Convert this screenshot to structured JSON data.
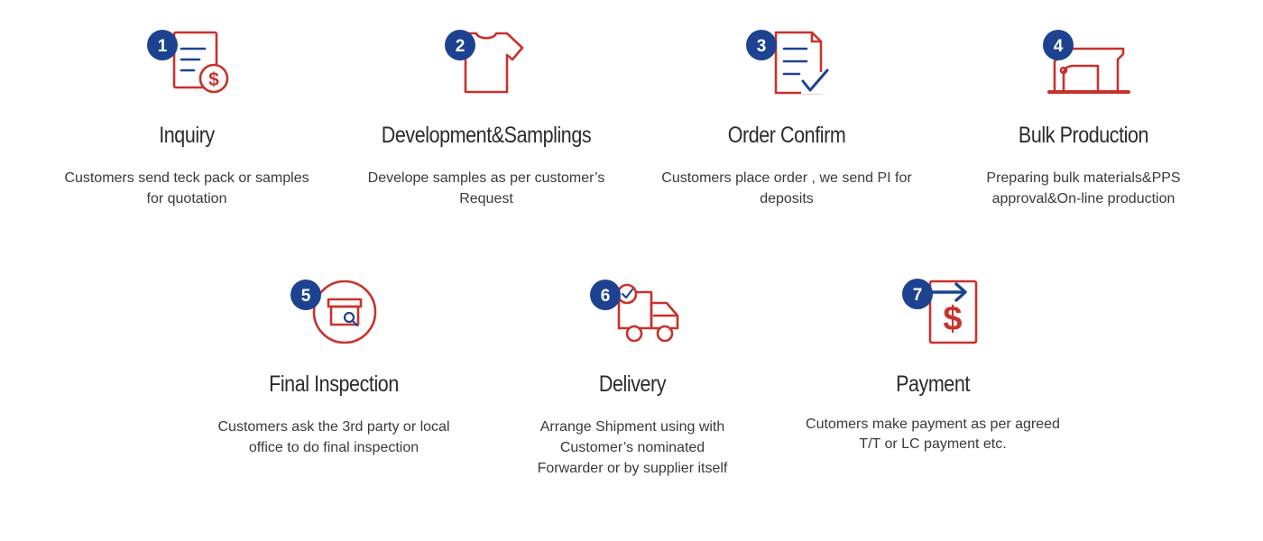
{
  "steps": [
    {
      "number": "1",
      "icon": "quotation-document-dollar-icon",
      "title": "Inquiry",
      "description": "Customers send teck pack or samples\nfor quotation"
    },
    {
      "number": "2",
      "icon": "t-shirt-icon",
      "title": "Development&Samplings",
      "description": "Develope samples as per customer’s\nRequest"
    },
    {
      "number": "3",
      "icon": "document-checkmark-icon",
      "title": "Order Confirm",
      "description": "Customers place order , we send PI for\ndeposits"
    },
    {
      "number": "4",
      "icon": "sewing-machine-icon",
      "title": "Bulk Production",
      "description": "Preparing bulk materials&PPS\napproval&On-line production"
    },
    {
      "number": "5",
      "icon": "box-inspection-magnifier-icon",
      "title": "Final Inspection",
      "description": "Customers ask the 3rd party or local\noffice to do final inspection"
    },
    {
      "number": "6",
      "icon": "delivery-truck-icon",
      "title": "Delivery",
      "description": "Arrange Shipment using with\nCustomer’s nominated\nForwarder or by supplier itself"
    },
    {
      "number": "7",
      "icon": "payment-invoice-dollar-icon",
      "title": "Payment",
      "description": "Cutomers make payment as per agreed\nT/T or LC payment etc."
    }
  ],
  "colors": {
    "accent_red": "#c8322c",
    "badge_blue": "#1d4390",
    "text": "#333333"
  }
}
